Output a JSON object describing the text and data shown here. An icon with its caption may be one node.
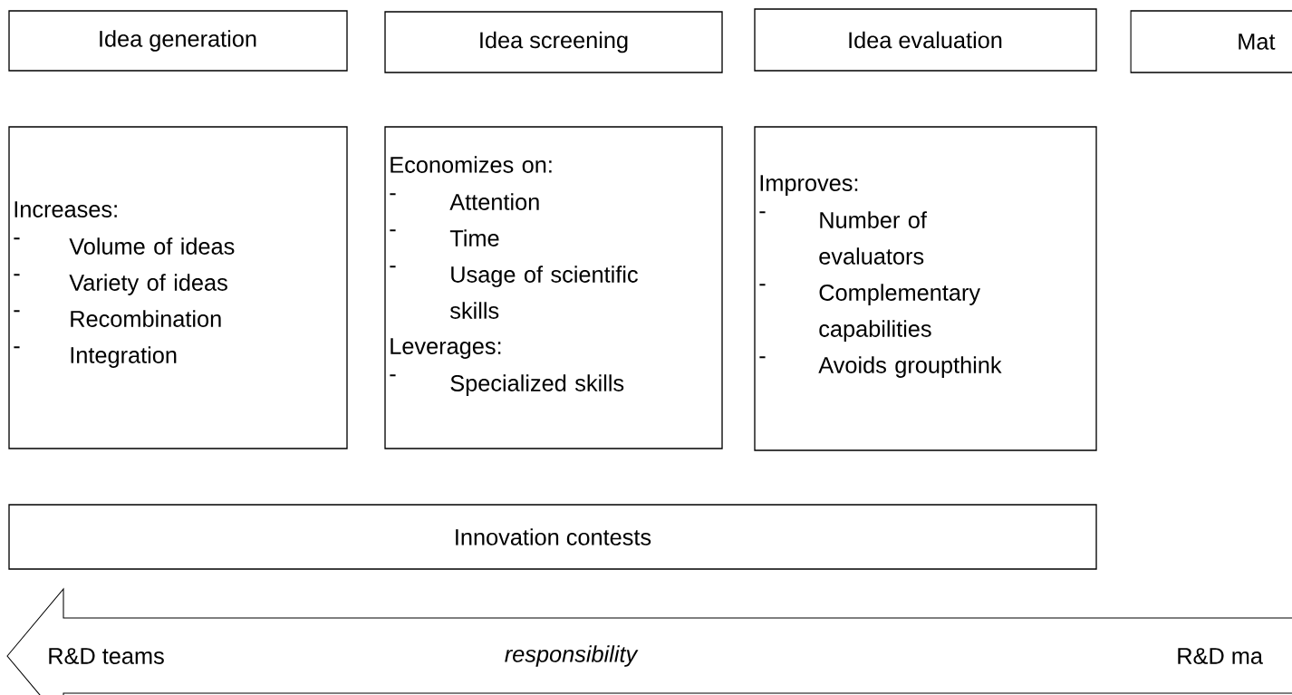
{
  "diagram": {
    "nodes": [
      {
        "text": [
          "Idea generation"
        ]
      },
      {
        "text": [
          "Idea screening"
        ]
      },
      {
        "text": [
          "Idea evaluation"
        ]
      },
      {
        "text": [
          "Mat"
        ]
      },
      {
        "text": [
          "Increases:",
          "-",
          "Volume of ideas",
          "-",
          "Variety of ideas",
          "-",
          "Recombination",
          "-",
          "Integration"
        ]
      },
      {
        "text": [
          "Economizes on:",
          "-",
          "Attention",
          "-",
          "Time",
          "-",
          "Usage of scientific skills",
          "Leverages:",
          "-",
          "Specialized skills"
        ]
      },
      {
        "text": [
          "Improves:",
          "-",
          "Number of evaluators",
          "-",
          "Complementary capabilities",
          "-",
          "Avoids groupthink"
        ]
      },
      {
        "text": [
          "Innovation contests"
        ]
      },
      {
        "text": [
          "R&D teams",
          "responsibility",
          "R&D ma"
        ]
      }
    ]
  }
}
